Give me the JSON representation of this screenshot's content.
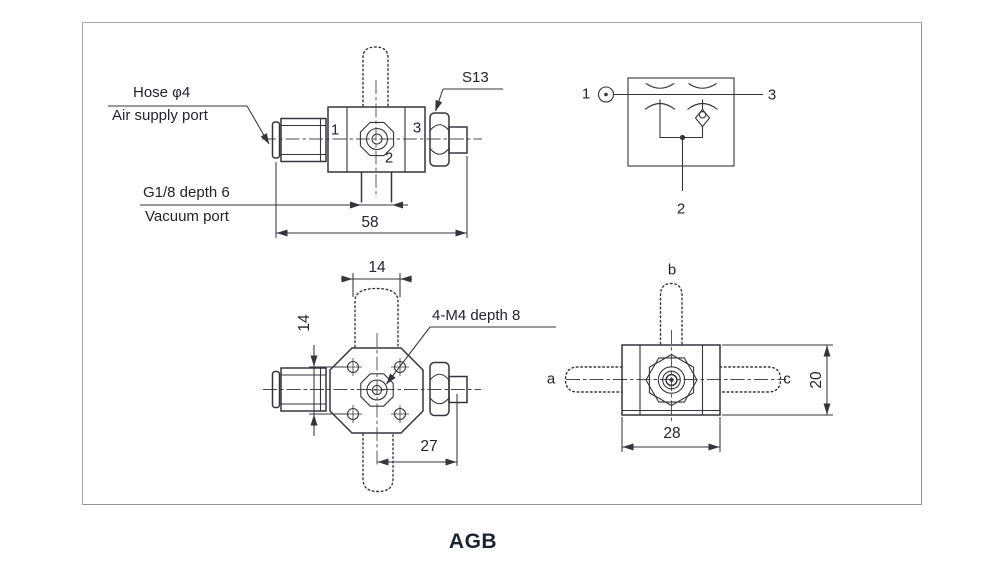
{
  "page": {
    "title": "AGB"
  },
  "front_view": {
    "callouts": {
      "hose": "Hose φ4",
      "air_supply_port": "Air supply port",
      "thread": "G1/8 depth 6",
      "vacuum_port": "Vacuum port",
      "wrench_flat": "S13"
    },
    "port_numbers": {
      "p1": "1",
      "p2": "2",
      "p3": "3"
    },
    "dimensions": {
      "overall_length": "58"
    }
  },
  "schematic": {
    "port_numbers": {
      "p1": "1",
      "p2": "2",
      "p3": "3"
    }
  },
  "top_view": {
    "callouts": {
      "mounting_holes": "4-M4 depth 8"
    },
    "dimensions": {
      "hole_pitch_horizontal": "14",
      "hole_pitch_vertical": "14",
      "center_to_end": "27"
    }
  },
  "side_view": {
    "port_letters": {
      "a": "a",
      "b": "b",
      "c": "c"
    },
    "dimensions": {
      "body_width": "28",
      "body_height": "20"
    }
  },
  "colors": {
    "line": "#35363d",
    "text": "#22242e",
    "frame": "#a9aab1"
  }
}
